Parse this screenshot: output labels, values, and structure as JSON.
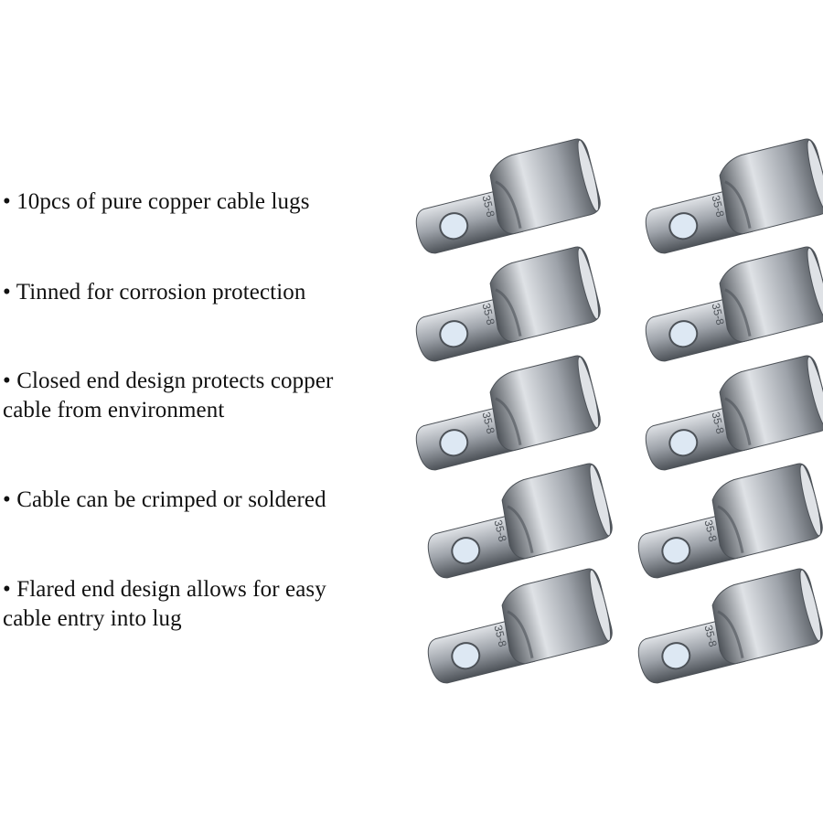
{
  "features": [
    "•   10pcs of pure copper cable lugs",
    "• Tinned for corrosion protection",
    "• Closed end design protects copper cable from environment",
    "• Cable can be crimped or soldered",
    "• Flared end design allows for easy cable entry into lug"
  ],
  "lug_stamp": "35-8",
  "colors": {
    "metal_light": "#dfe2e6",
    "metal_mid": "#9ea3aa",
    "metal_dark": "#4d5258",
    "hole": "#dde8f3",
    "text": "#111111"
  }
}
